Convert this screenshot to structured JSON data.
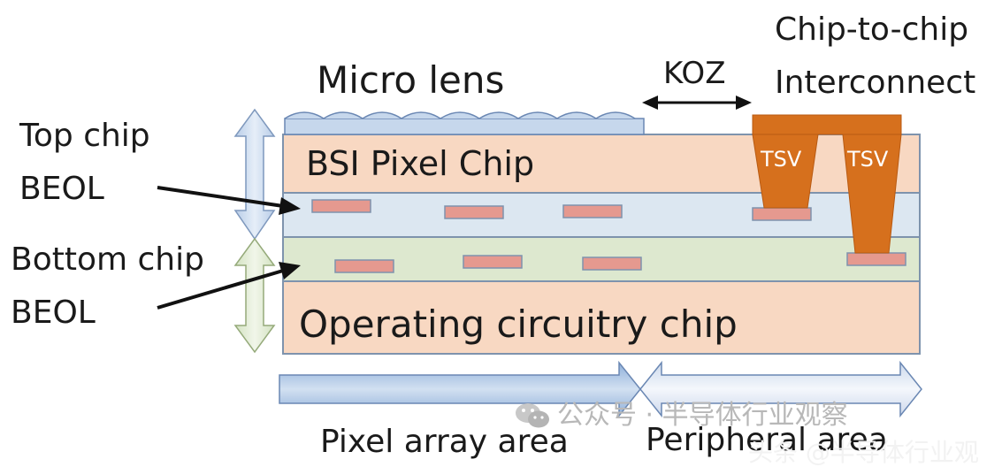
{
  "labels": {
    "micro_lens": "Micro lens",
    "koz": "KOZ",
    "chip_to_chip_line1": "Chip-to-chip",
    "chip_to_chip_line2": "Interconnect",
    "top_chip_line1": "Top chip",
    "top_chip_line2": "BEOL",
    "bottom_chip_line1": "Bottom chip",
    "bottom_chip_line2": "BEOL",
    "bsi_pixel_chip": "BSI Pixel Chip",
    "operating_circuitry_chip": "Operating circuitry chip",
    "tsv_left": "TSV",
    "tsv_right": "TSV",
    "pixel_array_area": "Pixel array area",
    "peripheral_area": "Peripheral area"
  },
  "watermark": {
    "line1": "公众号 · 半导体行业观察",
    "line2": "头条 @半导体行业观"
  },
  "colors": {
    "bsi_layer": "#f8d8c2",
    "top_beol_layer": "#dce7f1",
    "bottom_beol_layer": "#dde8cf",
    "operating_layer": "#f8d8c2",
    "metal_pad": "#e5998f",
    "tsv": "#d6701d",
    "micro_lens": "#c6d7ec",
    "arrow_blue": "#9ebbdf"
  }
}
